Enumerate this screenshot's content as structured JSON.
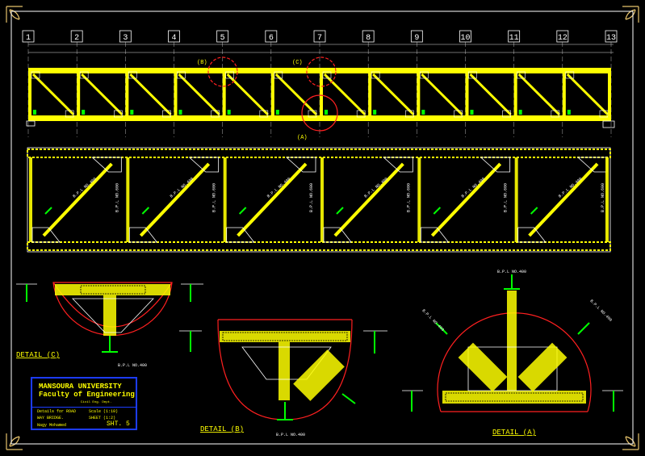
{
  "grid_labels": [
    "1",
    "2",
    "3",
    "4",
    "5",
    "6",
    "7",
    "8",
    "9",
    "10",
    "11",
    "12",
    "13"
  ],
  "callouts": {
    "b": "(B)",
    "c": "(C)",
    "a": "(A)"
  },
  "diagonal_label": "B.P.L NO.400",
  "vertical_label": "B.P.L NO.600",
  "details": {
    "c": {
      "title": "DETAIL (C)",
      "member": "B.P.L NO.400"
    },
    "b": {
      "title": "DETAIL (B)",
      "member": "B.P.L NO.400"
    },
    "a": {
      "title": "DETAIL (A)",
      "member_top": "B.P.L NO.400",
      "member_left": "B.P.L NO.400",
      "member_right": "B.P.L NO.400"
    }
  },
  "title_block": {
    "university": "MANSOURA UNIVERSITY",
    "faculty": "Faculty of Engineering",
    "department": "Civil Eng. Dept.",
    "project_line1": "Details for ROAD",
    "project_line2": "WAY BRIDGE.",
    "scale": "Scale (1:10)",
    "drawn_by": "Nagy Mohamed",
    "sheet": "SHEET (1:2)",
    "sheet_no": "SHT. 5"
  },
  "colors": {
    "steel": "#ffff00",
    "gusset": "#ffffff",
    "detail_circle": "#ff2020",
    "section": "#00ff00",
    "frame": "#1c3cff",
    "dims": "#ffffff"
  }
}
